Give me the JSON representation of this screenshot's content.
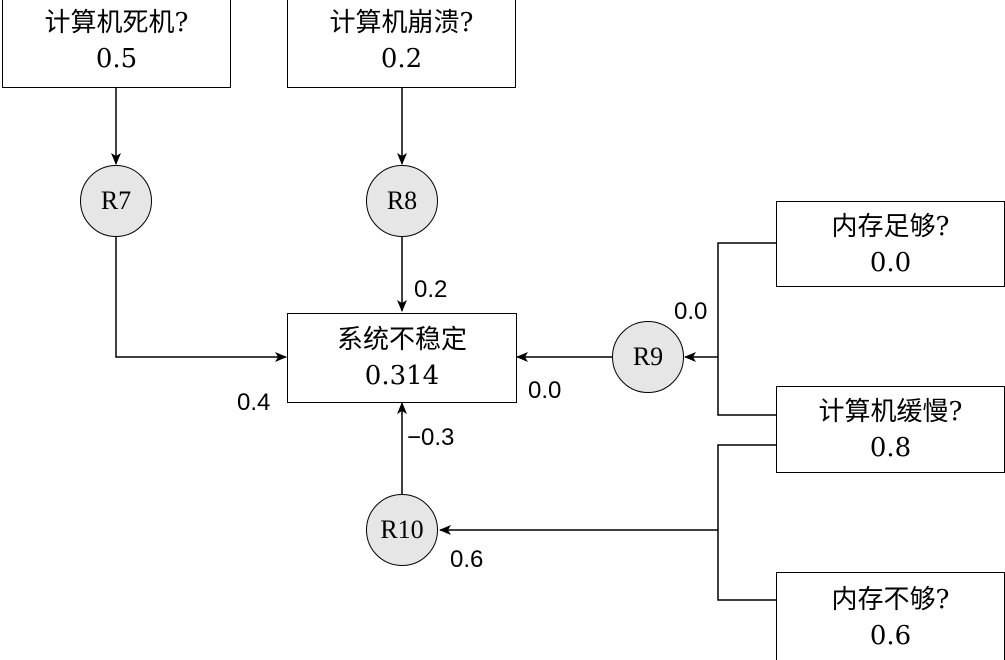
{
  "boxes": {
    "crash_dead": {
      "title": "计算机死机?",
      "value": "0.5"
    },
    "crash_collapse": {
      "title": "计算机崩溃?",
      "value": "0.2"
    },
    "unstable": {
      "title": "系统不稳定",
      "value": "0.314"
    },
    "memory_enough": {
      "title": "内存足够?",
      "value": "0.0"
    },
    "slow": {
      "title": "计算机缓慢?",
      "value": "0.8"
    },
    "memory_short": {
      "title": "内存不够?",
      "value": "0.6"
    }
  },
  "rules": {
    "r7": "R7",
    "r8": "R8",
    "r9": "R9",
    "r10": "R10"
  },
  "edge_labels": {
    "r8_out": "0.2",
    "r7_out": "0.4",
    "r9_out": "0.0",
    "r9_in": "0.0",
    "r10_out": "−0.3",
    "r10_in": "0.6"
  },
  "colors": {
    "rule_fill": "#e6e6e6",
    "line": "#000000"
  }
}
